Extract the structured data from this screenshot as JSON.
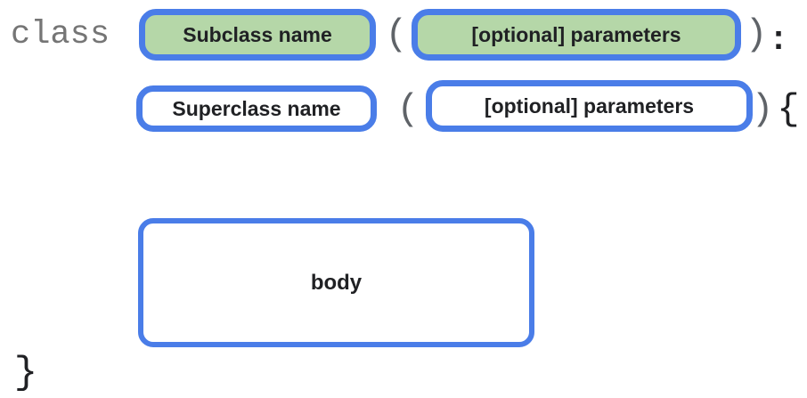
{
  "diagram": {
    "keyword": "class",
    "row1": {
      "subclass_box_label": "Subclass name",
      "open_paren": "(",
      "parameters_box_label": "[optional] parameters",
      "close_paren": ")",
      "colon": ":"
    },
    "row2": {
      "superclass_box_label": "Superclass name",
      "open_paren": "(",
      "parameters_box_label": "[optional] parameters",
      "close_paren": ")",
      "open_brace": "{"
    },
    "body_box_label": "body",
    "close_brace": "}",
    "colors": {
      "accent_blue": "#4a7de8",
      "green_fill": "#b5d7a8",
      "keyword_gray": "#757575",
      "text_black": "#202124",
      "paren_gray": "#5f6368"
    }
  }
}
